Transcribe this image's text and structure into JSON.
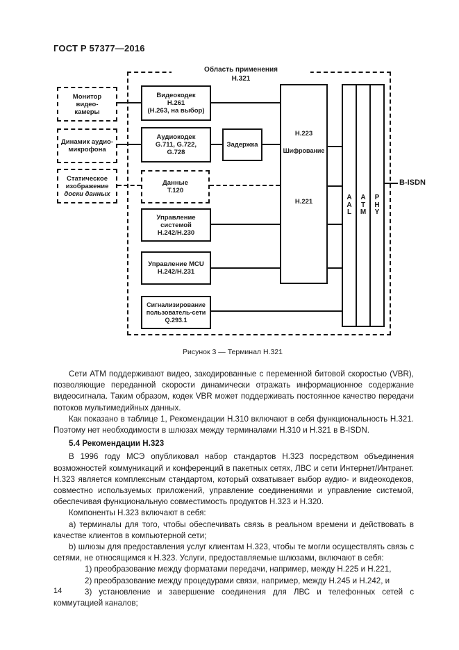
{
  "header": {
    "title": "ГОСТ Р 57377—2016"
  },
  "figure": {
    "scope": {
      "line1": "Область применения",
      "line2": "Н.321"
    },
    "caption": "Рисунок 3 — Терминал Н.321",
    "bisdn_label": "B-ISDN",
    "boxes": {
      "monitor": {
        "lines": [
          "Монитор",
          "видео-",
          "камеры"
        ]
      },
      "speaker": {
        "lines": [
          "Динамик аудио-",
          "микрофона"
        ]
      },
      "static_image": {
        "lines": [
          "Статическое",
          "изображение",
          "доски данных"
        ]
      },
      "video_codec": {
        "lines": [
          "Видеокодек",
          "Н.261",
          "(Н.263, на выбор)"
        ]
      },
      "audio_codec": {
        "lines": [
          "Аудиокодек",
          "G.711, G.722,",
          "G.728"
        ]
      },
      "delay": {
        "lines": [
          "Задержка"
        ]
      },
      "data": {
        "lines": [
          "Данные",
          "Т.120"
        ]
      },
      "system_control": {
        "lines": [
          "Управление",
          "системой",
          "Н.242/Н.230"
        ]
      },
      "mcu_control": {
        "lines": [
          "Управление MCU",
          "Н.242/Н.231"
        ]
      },
      "signaling": {
        "lines": [
          "Сигнализирование",
          "пользователь-сети",
          "Q.293.1"
        ]
      },
      "mux": {
        "lines": [
          "Н.223",
          "Шифрование",
          "Н.221"
        ]
      },
      "aal": {
        "letters": [
          "A",
          "A",
          "L"
        ]
      },
      "atm": {
        "letters": [
          "A",
          "T",
          "M"
        ]
      },
      "phy": {
        "letters": [
          "P",
          "H",
          "Y"
        ]
      }
    }
  },
  "body": {
    "p1": "Сети ATM поддерживают видео, закодированные с переменной битовой скоростью (VBR), позволяющие переданной скорости динамически отражать информационное содержание видеосигнала. Таким образом, кодек VBR может поддерживать постоянное качество передачи потоков мультимедийных данных.",
    "p2": "Как показано в таблице 1, Рекомендации Н.310 включают в себя функциональность Н.321. Поэтому нет необходимости в шлюзах между терминалами Н.310 и Н.321 в B-ISDN.",
    "heading_54": "5.4  Рекомендации Н.323",
    "p3": "В 1996 году МСЭ опубликовал набор стандартов Н.323 посредством объединения возможностей коммуникаций и конференций в пакетных сетях, ЛВС и сети Интернет/Интранет. Н.323 является комплексным стандартом, который охватывает выбор аудио- и видеокодеков, совместно используемых приложений, управление соединениями и управление системой, обеспечивая функциональную совместимость продуктов Н.323 и Н.320.",
    "p4": "Компоненты Н.323 включают в себя:",
    "item_a": "а)  терминалы для того, чтобы обеспечивать связь в реальном времени и действовать в качестве клиентов в компьютерной сети;",
    "item_b": "b)  шлюзы для предоставления услуг клиентам Н.323, чтобы те могли осуществлять связь с сетями, не относящимся к Н.323. Услуги, предоставляемые шлюзами, включают в себя:",
    "item_1": "1)  преобразование между форматами передачи, например, между Н.225 и Н.221,",
    "item_2": "2)  преобразование между процедурами связи, например, между Н.245 и Н.242, и",
    "item_3": "3)  установление и завершение соединения для ЛВС и телефонных сетей с коммутацией каналов;"
  },
  "footer": {
    "page_number": "14"
  }
}
